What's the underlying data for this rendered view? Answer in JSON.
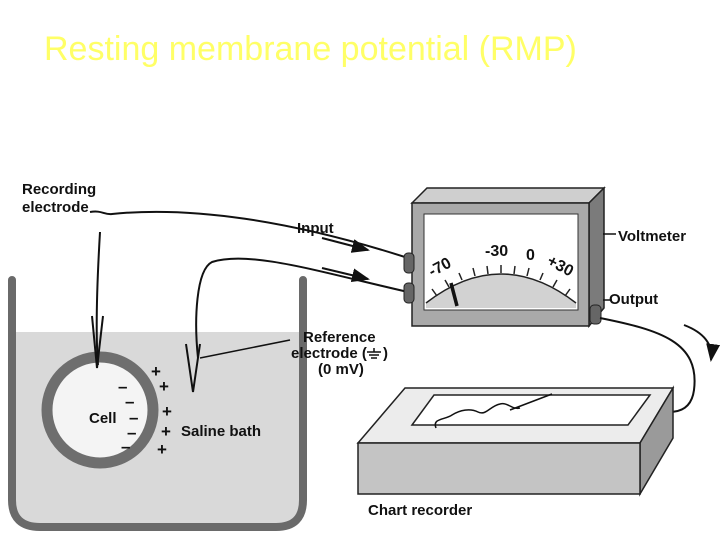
{
  "slide": {
    "title": "Resting membrane potential (RMP)"
  },
  "labels": {
    "recording_electrode": [
      "Recording",
      "electrode"
    ],
    "input": "Input",
    "voltmeter": "Voltmeter",
    "output": "Output",
    "reference_electrode": [
      "Reference",
      "electrode (",
      ")",
      "(0 mV)"
    ],
    "cell": "Cell",
    "saline_bath": "Saline bath",
    "chart_recorder": "Chart recorder"
  },
  "dial": {
    "ticks": [
      "-70",
      "-30",
      "0",
      "+30"
    ],
    "reading": "-70"
  },
  "signs": {
    "inside": [
      "–",
      "–",
      "–",
      "–",
      "–"
    ],
    "outside": [
      "+",
      "+",
      "+",
      "+",
      "+"
    ]
  },
  "colors": {
    "title": "#ffff66",
    "bath": "#d9d9d9",
    "membrane": "#6e6e6e",
    "device_top": "#ececec",
    "device_side": "#9a9a9a"
  }
}
